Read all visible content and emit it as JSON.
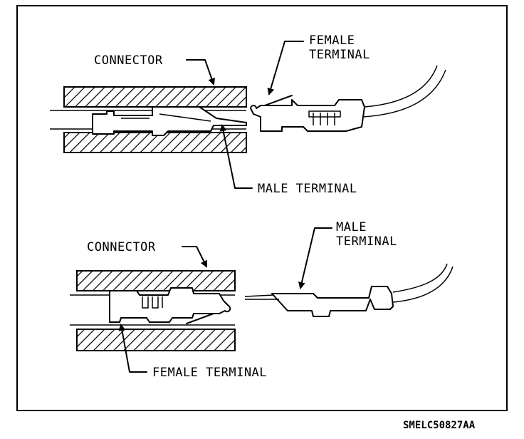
{
  "figure_code": "SMELC50827AA",
  "top_view": {
    "connector_label": "CONNECTOR",
    "female_label_line1": "FEMALE",
    "female_label_line2": "TERMINAL",
    "male_label": "MALE TERMINAL"
  },
  "bottom_view": {
    "connector_label": "CONNECTOR",
    "male_label_line1": "MALE",
    "male_label_line2": "TERMINAL",
    "female_label": "FEMALE TERMINAL"
  }
}
